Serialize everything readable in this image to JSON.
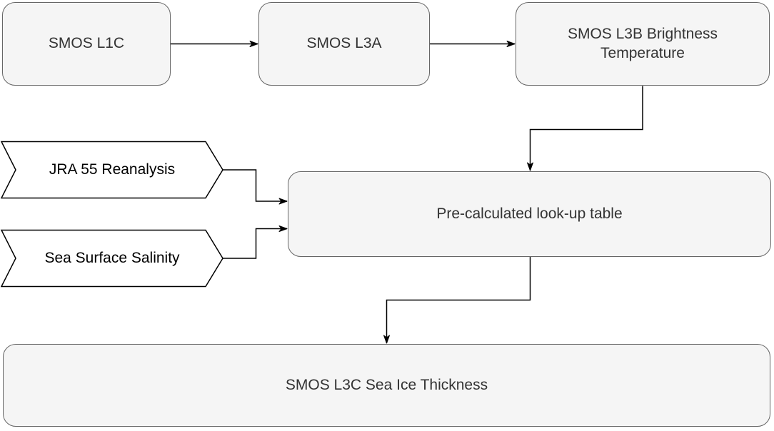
{
  "diagram": {
    "background": "#ffffff",
    "nodes": {
      "l1c": {
        "label": "SMOS L1C",
        "shape": "rounded-box"
      },
      "l3a": {
        "label": "SMOS L3A",
        "shape": "rounded-box"
      },
      "l3b": {
        "label": "SMOS L3B Brightness Temperature",
        "shape": "rounded-box"
      },
      "jra": {
        "label": "JRA 55 Reanalysis",
        "shape": "chevron"
      },
      "sss": {
        "label": "Sea Surface Salinity",
        "shape": "chevron"
      },
      "lut": {
        "label": "Pre-calculated look-up table",
        "shape": "rounded-box"
      },
      "l3c": {
        "label": "SMOS L3C Sea Ice Thickness",
        "shape": "rounded-box"
      }
    },
    "edges": [
      {
        "from": "SMOS L1C",
        "to": "SMOS L3A"
      },
      {
        "from": "SMOS L3A",
        "to": "SMOS L3B Brightness Temperature"
      },
      {
        "from": "SMOS L3B Brightness Temperature",
        "to": "Pre-calculated look-up table"
      },
      {
        "from": "JRA 55 Reanalysis",
        "to": "Pre-calculated look-up table"
      },
      {
        "from": "Sea Surface Salinity",
        "to": "Pre-calculated look-up table"
      },
      {
        "from": "Pre-calculated look-up table",
        "to": "SMOS L3C Sea Ice Thickness"
      }
    ],
    "colors": {
      "box_fill": "#f5f5f5",
      "box_stroke": "#666666",
      "box_text": "#333333",
      "chevron_fill": "#ffffff",
      "chevron_stroke": "#000000",
      "chevron_text": "#000000",
      "connector": "#000000"
    }
  }
}
